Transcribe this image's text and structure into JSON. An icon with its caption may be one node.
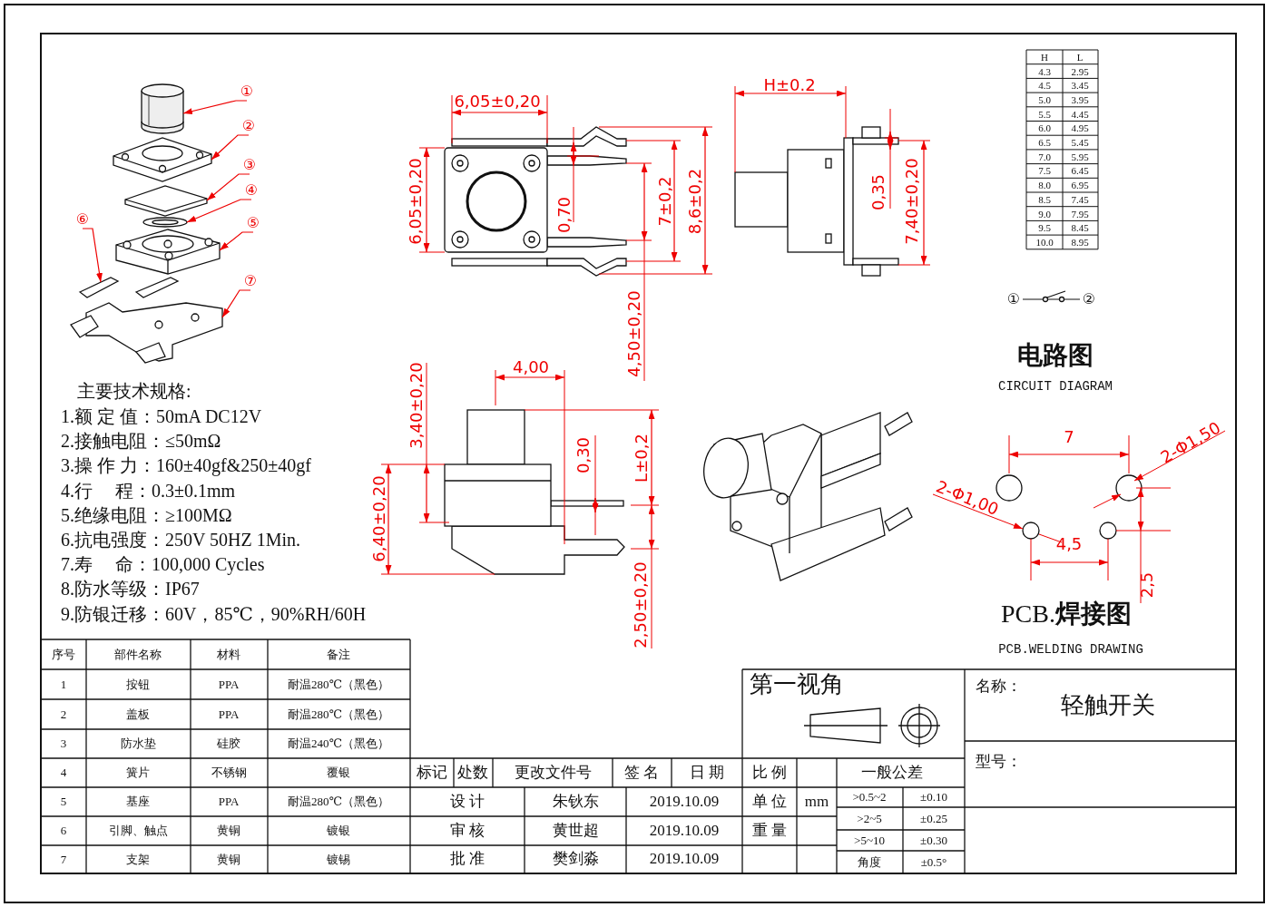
{
  "diagram": {
    "nodes": [
      {
        "text": [
          "①"
        ]
      },
      {
        "text": [
          "②"
        ]
      },
      {
        "text": [
          "③"
        ]
      },
      {
        "text": [
          "④"
        ]
      },
      {
        "text": [
          "⑤"
        ]
      },
      {
        "text": [
          "⑥"
        ]
      },
      {
        "text": [
          "⑦"
        ]
      },
      {
        "text": [
          "①"
        ]
      },
      {
        "text": [
          "②"
        ]
      },
      {
        "text": [],
        "shape": "picture"
      },
      {
        "text": [],
        "shape": "picture"
      },
      {
        "text": [],
        "shape": "picture"
      },
      {
        "text": [],
        "shape": "picture"
      },
      {
        "text": [],
        "shape": "picture"
      },
      {
        "text": [],
        "shape": "picture"
      },
      {
        "text": [],
        "shape": "picture"
      }
    ],
    "edges": [
      {
        "from": 0,
        "to": 9,
        "arrow": "to"
      },
      {
        "from": 1,
        "to": 10,
        "arrow": "to"
      },
      {
        "from": 2,
        "to": 11,
        "arrow": "to"
      },
      {
        "from": 3,
        "to": 12,
        "arrow": "to"
      },
      {
        "from": 4,
        "to": 13,
        "arrow": "to"
      },
      {
        "from": 5,
        "to": 14,
        "arrow": "to"
      },
      {
        "from": 6,
        "to": 15,
        "arrow": "to"
      },
      {
        "from": 7,
        "to": 8,
        "arrow": "none",
        "color": "#111111"
      }
    ],
    "labels": [
      "6,05±0,20",
      "H±0.2",
      "H",
      "L",
      "4.3",
      "2.95",
      "4.5",
      "3.45",
      "5.0",
      "3.95",
      "5.5",
      "4.45",
      "6.0",
      "4.95",
      "6.5",
      "5.45",
      "7.0",
      "5.95",
      "7.5",
      "6.45",
      "8.0",
      "6.95",
      "8.5",
      "7.45",
      "9.0",
      "7.95",
      "9.5",
      "8.45",
      "10.0",
      "8.95",
      "6,05±0,20",
      "0,70",
      "7±0,2",
      "8,6±0,2",
      "0,35",
      "7,40±0,20",
      "4,50±0,20",
      "电路图",
      "CIRCUIT DIAGRAM",
      "4,00",
      "3,40±0,20",
      "主要技术规格:",
      "0,30",
      "L±0,2",
      "7",
      "2-Φ1,50",
      "2-Φ1,00",
      "4,5",
      "1.额 定 值：50mA DC12V",
      "2.接触电阻：≤50mΩ",
      "3.操 作 力：160±40gf&250±40gf",
      "4.行     程：0.3±0.1mm",
      "5.绝缘电阻：≥100MΩ",
      "6.抗电强度：250V 50HZ 1Min.",
      "7.寿     命：100,000 Cycles",
      "8.防水等级：IP67",
      "9.防银迁移：60V，85℃，90%RH/60H",
      "6,40±0,20",
      "2,50±0,20",
      "2,5",
      "PCB.**焊接图**",
      "PCB.WELDING DRAWING",
      "第一视角",
      "名称：",
      "轻触开关",
      "序号",
      "部件名称",
      "材料",
      "备注",
      "1",
      "按钮",
      "PPA",
      "耐温280℃（黑色）",
      "2",
      "盖板",
      "PPA",
      "耐温280℃（黑色）",
      "3",
      "防水垫",
      "硅胶",
      "耐温240℃（黑色）",
      "4",
      "簧片",
      "不锈钢",
      "覆银",
      "5",
      "基座",
      "PPA",
      "耐温280℃（黑色）",
      "6",
      "引脚、触点",
      "黄铜",
      "镀银",
      "7",
      "支架",
      "黄铜",
      "镀锡",
      "标记",
      "处数",
      "更改文件号",
      "签 名",
      "日 期",
      "比 例",
      "一般公差",
      "型号：",
      "设 计",
      "朱钬东",
      "2019.10.09",
      "单 位",
      "mm",
      ">0.5~2",
      "±0.10",
      ">2~5",
      "±0.25",
      "审 核",
      "黄世超",
      "2019.10.09",
      "重 量",
      ">5~10",
      "±0.30",
      "批 准",
      "樊剑淼",
      "2019.10.09",
      "角度",
      "±0.5°"
    ]
  }
}
